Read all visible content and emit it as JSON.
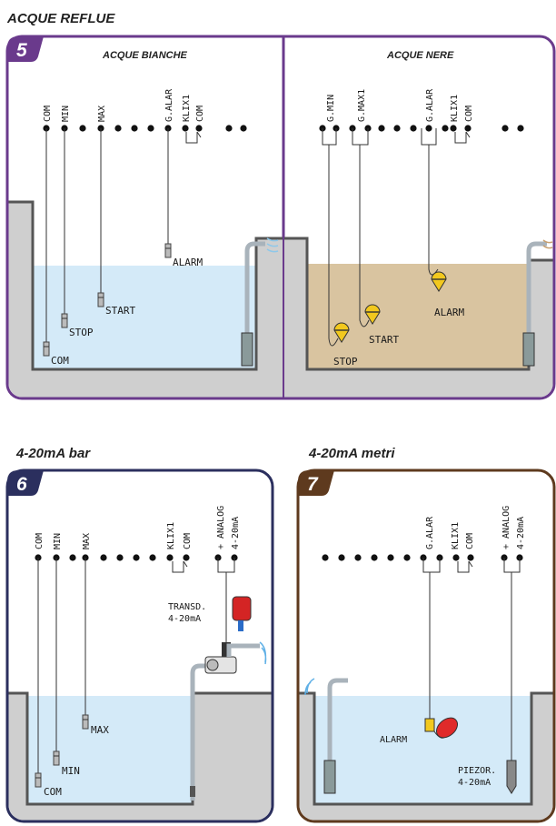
{
  "section_title": "ACQUE REFLUE",
  "panel5": {
    "number": "5",
    "color": "#6a3a8c",
    "left": {
      "title": "ACQUE BIANCHE",
      "terminals": [
        "COM",
        "MIN",
        "MAX",
        "G.ALAR",
        "KLIX1",
        "COM"
      ],
      "probes": [
        "COM",
        "STOP",
        "START",
        "ALARM"
      ],
      "water_color": "#d4eaf8"
    },
    "right": {
      "title": "ACQUE NERE",
      "terminals": [
        "G.MIN",
        "G.MAX1",
        "G.ALAR",
        "KLIX1",
        "COM"
      ],
      "floats": [
        "STOP",
        "START",
        "ALARM"
      ],
      "water_color": "#d9c4a0"
    }
  },
  "panel6": {
    "heading": "4-20mA bar",
    "number": "6",
    "color": "#2b2f5e",
    "terminals": [
      "COM",
      "MIN",
      "MAX",
      "KLIX1",
      "COM",
      "+ ANALOG",
      "4-20mA"
    ],
    "probes": [
      "COM",
      "MIN",
      "MAX"
    ],
    "transducer_label": [
      "TRANSD.",
      "4-20mA"
    ]
  },
  "panel7": {
    "heading": "4-20mA metri",
    "number": "7",
    "color": "#5e3a1e",
    "terminals": [
      "G.ALAR",
      "KLIX1",
      "COM",
      "+ ANALOG",
      "4-20mA"
    ],
    "alarm_label": "ALARM",
    "piezo_label": [
      "PIEZOR.",
      "4-20mA"
    ]
  },
  "colors": {
    "ground": "#cfcfcf",
    "wall": "#555555",
    "clean_water": "#d4eaf8",
    "sewage": "#d9c4a0",
    "float": "#f2c81e",
    "red_float": "#e02a2a"
  }
}
